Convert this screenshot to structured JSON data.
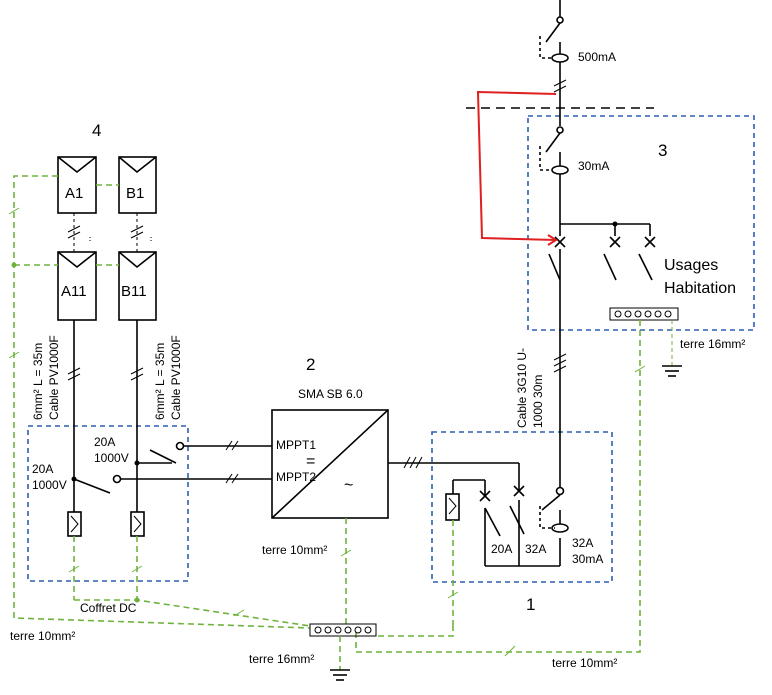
{
  "sections": {
    "inverter_block": "2",
    "home_board": "3",
    "pv_field": "4",
    "ac_board": "1"
  },
  "pv": {
    "modules": [
      "A1",
      "B1",
      "A11",
      "B11"
    ],
    "cable_label_a": "6mm² L = 35m",
    "cable_label_b": "Cable PV1000F"
  },
  "dc_box": {
    "switch_a": [
      "20A",
      "1000V"
    ],
    "switch_b": [
      "20A",
      "1000V"
    ],
    "name": "Coffret DC"
  },
  "inverter": {
    "model": "SMA SB 6.0",
    "input_1": "MPPT1",
    "input_2": "MPPT2",
    "dc_symbol": "=",
    "ac_symbol": "~"
  },
  "ac_board": {
    "breaker_1": "20A",
    "breaker_2": "32A",
    "rcd": [
      "32A",
      "30mA"
    ]
  },
  "main_rcd": "500mA",
  "home": {
    "rcd": "30mA",
    "loads": [
      "Usages",
      "Habitation"
    ]
  },
  "ac_cable": [
    "Cable 3G10 U-",
    "1000 30m"
  ],
  "earth": {
    "house": "terre 16mm²",
    "inverter": "terre 10mm²",
    "left": "terre 10mm²",
    "main": "terre 16mm²",
    "right": "terre 10mm²"
  },
  "colors": {
    "wire": "#000000",
    "earth": "#6fb33d",
    "enclosure": "#2e5fb0",
    "link": "#e02020"
  }
}
